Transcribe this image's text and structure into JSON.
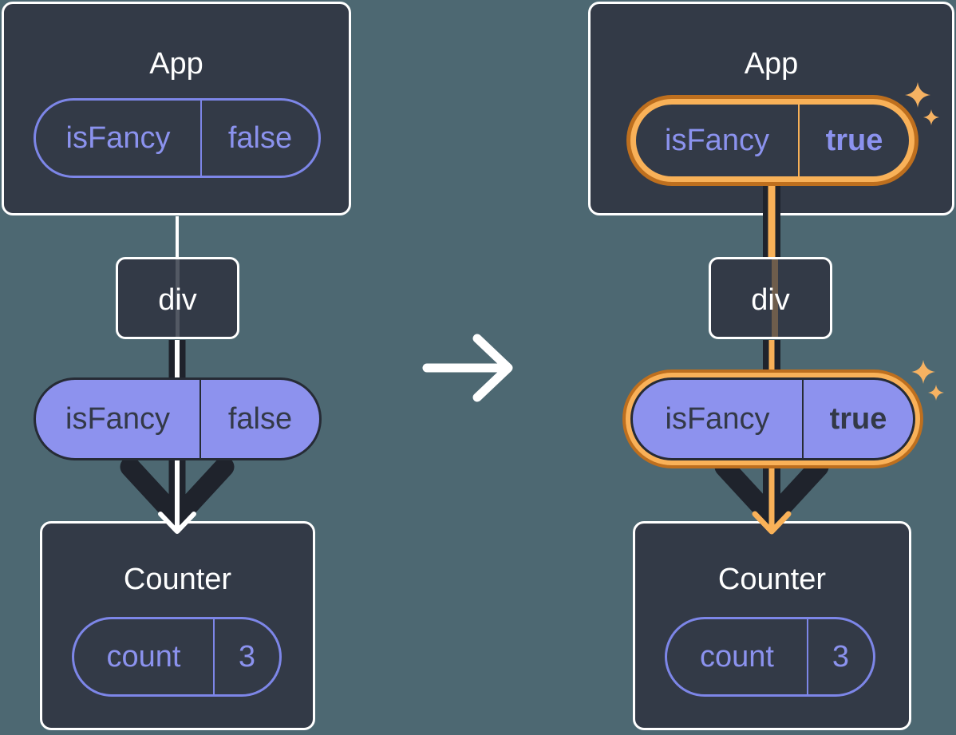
{
  "colors": {
    "background": "#4D6872",
    "card": "#333A47",
    "card_border": "#FFFFFF",
    "accent_purple": "#8B92EE",
    "purple_fill": "#8D92EE",
    "dark_line": "#1F232C",
    "highlight_orange": "#F9B158",
    "highlight_orange_dark": "#BE6F1E",
    "sparkle": "#F6B262",
    "text_light": "#FFFFFF",
    "text_dark": "#333947"
  },
  "before": {
    "app": {
      "title": "App",
      "prop_name": "isFancy",
      "prop_value": "false"
    },
    "container": {
      "title": "div"
    },
    "passed_prop": {
      "name": "isFancy",
      "value": "false"
    },
    "counter": {
      "title": "Counter",
      "state_name": "count",
      "state_value": "3"
    }
  },
  "after": {
    "app": {
      "title": "App",
      "prop_name": "isFancy",
      "prop_value": "true"
    },
    "container": {
      "title": "div"
    },
    "passed_prop": {
      "name": "isFancy",
      "value": "true"
    },
    "counter": {
      "title": "Counter",
      "state_name": "count",
      "state_value": "3"
    }
  }
}
